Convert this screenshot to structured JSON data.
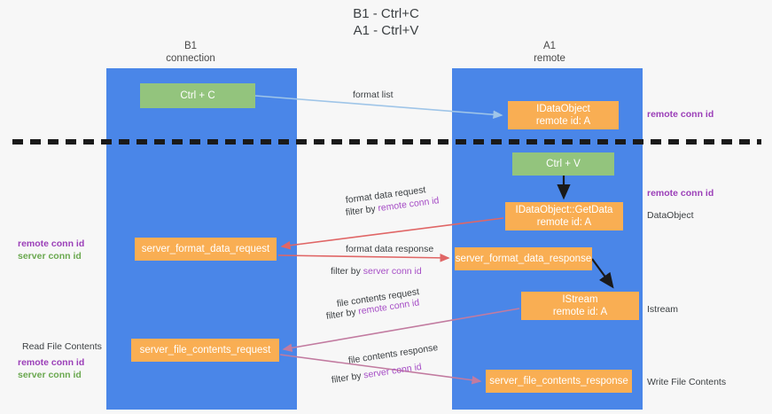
{
  "title": "B1 - Ctrl+C\nA1 - Ctrl+V",
  "colors": {
    "lane_blue": "#4a86e8",
    "node_green": "#93c47d",
    "node_orange": "#f9ae53",
    "accent_purple": "#a64ec6",
    "accent_green": "#6aa84f",
    "arrow_red": "#e06666",
    "arrow_blue": "#9fc5e8",
    "arrow_magenta": "#c27ba0",
    "arrow_black": "#1a1a1a",
    "background": "#f7f7f7"
  },
  "columns": {
    "left": {
      "name": "B1",
      "role": "connection",
      "label": "B1\nconnection"
    },
    "right": {
      "name": "A1",
      "role": "remote",
      "label": "A1\nremote"
    }
  },
  "nodes": {
    "ctrl_c": "Ctrl + C",
    "idataobject": "IDataObject\nremote id: A",
    "ctrl_v": "Ctrl + V",
    "getdata": "IDataObject::GetData\nremote id: A",
    "server_format_data_request": "server_format_data_request",
    "server_format_data_response": "server_format_data_response",
    "istream": "IStream\nremote id: A",
    "server_file_contents_request": "server_file_contents_request",
    "server_file_contents_response": "server_file_contents_response"
  },
  "edges": {
    "format_list": "format list",
    "format_data_request": "format data request",
    "format_data_request_filter_prefix": "filter by ",
    "format_data_request_filter_key": "remote conn id",
    "format_data_response": "format data response",
    "format_data_response_filter_prefix": "filter by ",
    "format_data_response_filter_key": "server conn id",
    "file_contents_request": "file contents request",
    "file_contents_request_filter_prefix": "filter by ",
    "file_contents_request_filter_key": "remote conn id",
    "file_contents_response": "file contents response",
    "file_contents_response_filter_prefix": "filter by ",
    "file_contents_response_filter_key": "server conn id"
  },
  "side_labels": {
    "remote_conn_id_top": "remote conn id",
    "remote_conn_id_mid": "remote conn id",
    "dataobject": "DataObject",
    "istream": "Istream",
    "write_file_contents": "Write File Contents",
    "read_file_contents": "Read File Contents",
    "left_ids_upper": "remote conn id\nserver conn id",
    "left_ids_lower": "remote conn id\nserver conn id",
    "remote_conn_id": "remote conn id",
    "server_conn_id": "server conn id"
  }
}
